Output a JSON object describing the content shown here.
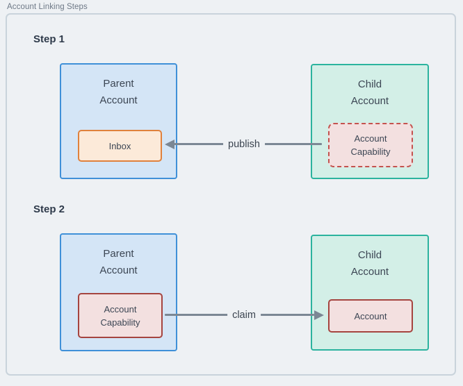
{
  "figure": {
    "title": "Account Linking Steps"
  },
  "steps": [
    {
      "label": "Step 1",
      "parent": {
        "title": "Parent\nAccount",
        "inner": "Inbox"
      },
      "child": {
        "title": "Child\nAccount",
        "inner": "Account\nCapability"
      },
      "arrow": {
        "label": "publish",
        "direction": "right-to-left"
      }
    },
    {
      "label": "Step 2",
      "parent": {
        "title": "Parent\nAccount",
        "inner": "Account\nCapability"
      },
      "child": {
        "title": "Child\nAccount",
        "inner": "Account"
      },
      "arrow": {
        "label": "claim",
        "direction": "left-to-right"
      }
    }
  ],
  "colors": {
    "page_background": "#eef1f4",
    "panel_border": "#c9d3db",
    "parent_fill": "#d4e5f6",
    "parent_border": "#3f90d8",
    "child_fill": "#d3efe7",
    "child_border": "#2bb39e",
    "inbox_fill": "#fcead9",
    "inbox_border": "#e0813c",
    "capability_fill": "#f3e0e0",
    "capability_border_solid": "#a5443f",
    "capability_border_dashed": "#c4524e",
    "arrow": "#7b8794",
    "heading_text": "#2e3a4a",
    "node_text": "#3c4654",
    "figure_title_text": "#6d7886"
  }
}
